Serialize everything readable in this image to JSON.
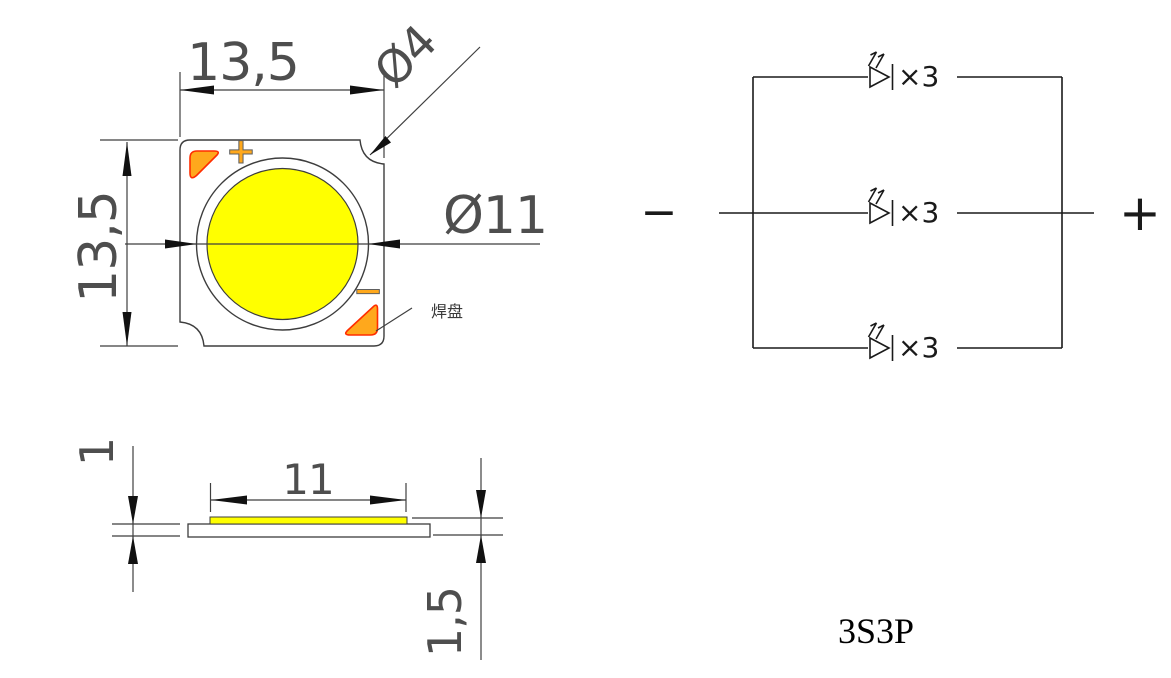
{
  "drawing": {
    "top_view": {
      "width_dim": "13,5",
      "height_dim": "13,5",
      "corner_notch_dim": "Ø4",
      "emitter_dim": "Ø11",
      "solder_pad_label": "焊盘",
      "anode_mark": "+",
      "cathode_mark": "−"
    },
    "side_view": {
      "emitter_width_dim": "11",
      "substrate_thickness_dim": "1",
      "overall_height_dim": "1,5"
    },
    "circuit": {
      "negative_terminal": "−",
      "positive_terminal": "+",
      "branches": [
        {
          "led_count": "×3"
        },
        {
          "led_count": "×3"
        },
        {
          "led_count": "×3"
        }
      ],
      "configuration": "3S3P"
    },
    "colors": {
      "body_gray": "#d5d5d5",
      "emitter_yellow": "#ffff00",
      "ring_white": "#ffffff",
      "pad_orange": "#ffa81c",
      "pad_outline_red": "#ff2d00",
      "line_dark": "#1a1a1a"
    }
  }
}
